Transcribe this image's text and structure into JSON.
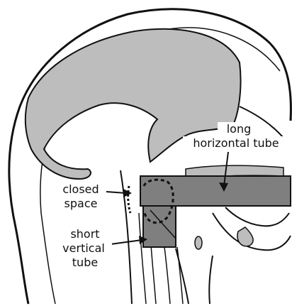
{
  "labels": {
    "long_horizontal_tube": [
      "long",
      "horizontal tube"
    ],
    "closed_space": [
      "closed",
      "space"
    ],
    "short_vertical_tube": [
      "short",
      "vertical",
      "tube"
    ]
  },
  "colors": {
    "outline": "#111111",
    "tube_fill": "#7f7f7f",
    "tissue_fill": "#bdbdbd",
    "background": "#ffffff"
  }
}
